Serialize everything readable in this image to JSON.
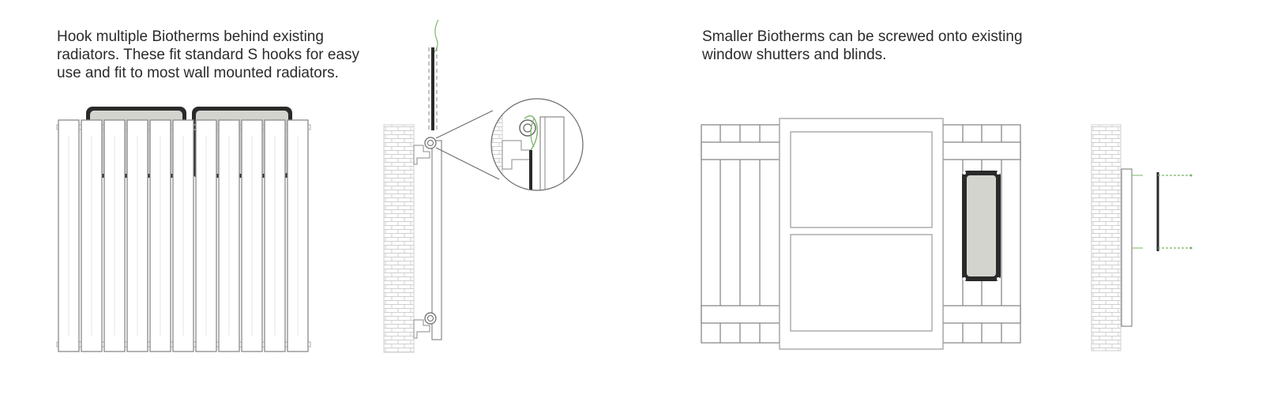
{
  "captions": {
    "left": {
      "lines": [
        "Hook multiple Biotherms behind existing",
        "radiators. These fit standard S hooks for easy",
        "use and fit to most wall mounted radiators."
      ]
    },
    "right": {
      "lines": [
        "Smaller Biotherms can be screwed onto existing",
        "window shutters and blinds."
      ]
    }
  },
  "colors": {
    "line": "#8a8a8a",
    "dark": "#2a2a2a",
    "panel_fill": "#d3d4ce",
    "hook_green": "#7ab56a",
    "brick": "#cfcfcf"
  },
  "icons": {
    "radiator": "radiator-front-illustration",
    "radiator_side": "radiator-side-illustration",
    "detail": "hook-detail-magnifier",
    "shutters": "window-shutters-illustration",
    "shutter_side": "shutter-side-illustration"
  }
}
